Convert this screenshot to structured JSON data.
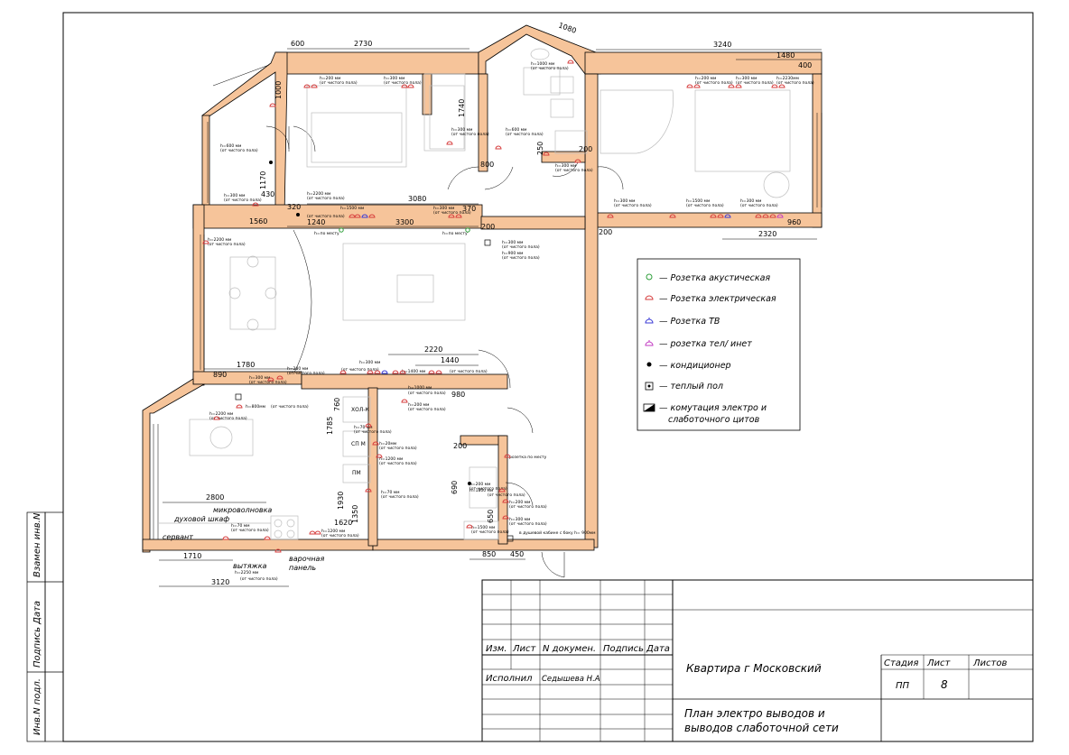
{
  "dimensions": {
    "d600": "600",
    "d2730": "2730",
    "d1080": "1080",
    "d3240": "3240",
    "d1480": "1480",
    "d400": "400",
    "d1000": "1000",
    "d1740": "1740",
    "d250": "250",
    "d200a": "200",
    "d800": "800",
    "d1170": "1170",
    "d430": "430",
    "d320": "320",
    "d3080": "3080",
    "d370": "370",
    "d1560": "1560",
    "d1240": "1240",
    "d3300": "3300",
    "d200b": "200",
    "d200c": "200",
    "d960": "960",
    "d2320": "2320",
    "d2220": "2220",
    "d1440": "1440",
    "d1780": "1780",
    "d890": "890",
    "d980": "980",
    "d760": "760",
    "d1785": "1785",
    "d200d": "200",
    "d690": "690",
    "d1930": "1930",
    "d1350": "1350",
    "d1620": "1620",
    "d2800": "2800",
    "d650": "650",
    "d850": "850",
    "d450": "450",
    "d1710": "1710",
    "d3120": "3120"
  },
  "height_notes": {
    "n1": "h=200 мм",
    "n2": "h=300 мм",
    "n3": "h=600 мм",
    "n4": "h=2200 мм",
    "n5": "h=1500 мм",
    "n6": "h=1000 мм",
    "n7": "h=2230мм",
    "n8": "h=900 мм",
    "n9": "h=800мм",
    "n10": "h=70 мм",
    "n11": "h=1200 мм",
    "n12": "h=2250 мм",
    "n13": "h=1400 мм",
    "n14": "h=1800 мм",
    "n15": "h=по месту",
    "n16": "h=20мм",
    "floor": "(от чистого пола)",
    "socket_pos": "розетка по месту",
    "shower": "в душевой кабине с боку h= 900мм"
  },
  "appliances": {
    "microwave": "микроволновка",
    "oven": "духовой шкаф",
    "sideboard": "сервант",
    "hood": "вытяжка",
    "hob_line1": "варочная",
    "hob_line2": "панель",
    "fridge": "ХОЛ-К",
    "dishwasher": "СП М",
    "pm": "ПМ"
  },
  "legend": {
    "items": [
      {
        "label": "— Розетка акустическая",
        "icon": "acoustic-socket-icon",
        "color": "#2e9e3a"
      },
      {
        "label": "— Розетка электрическая",
        "icon": "electric-socket-icon",
        "color": "#d63b3b"
      },
      {
        "label": "— Розетка ТВ",
        "icon": "tv-socket-icon",
        "color": "#3a3ad6"
      },
      {
        "label": "— розетка тел/ инет",
        "icon": "phone-internet-socket-icon",
        "color": "#c23ac2"
      },
      {
        "label": "— кондиционер",
        "icon": "air-conditioner-icon",
        "color": "#000000"
      },
      {
        "label": "— теплый пол",
        "icon": "heated-floor-icon",
        "color": "#000000"
      },
      {
        "label_line1": "— комутация электро и",
        "label_line2": "слаботочного цитов",
        "icon": "switchboard-icon",
        "color": "#000000"
      }
    ]
  },
  "title_block": {
    "headers": {
      "izm": "Изм.",
      "list": "Лист",
      "ndoc": "N докумен.",
      "podpis": "Подпись",
      "data": "Дата"
    },
    "executor_label": "Исполнил",
    "executor_name": "Седышева Н.А",
    "project": "Квартира г Московский",
    "stage_label": "Стадия",
    "sheet_label": "Лист",
    "sheets_label": "Листов",
    "stage_value": "ПП",
    "sheet_value": "8",
    "drawing_title_line1": "План   электро выводов и",
    "drawing_title_line2": "выводов слаботочной сети"
  },
  "side_stamp": {
    "inv_podl": "Инв.N подл.",
    "podpis_data": "Подпись  Дата",
    "vzamen": "Взамен  инв.N"
  },
  "colors": {
    "wall": "#f6c49a",
    "electric": "#d63b3b",
    "acoustic": "#2e9e3a",
    "tv": "#3a3ad6",
    "phone": "#c23ac2"
  }
}
